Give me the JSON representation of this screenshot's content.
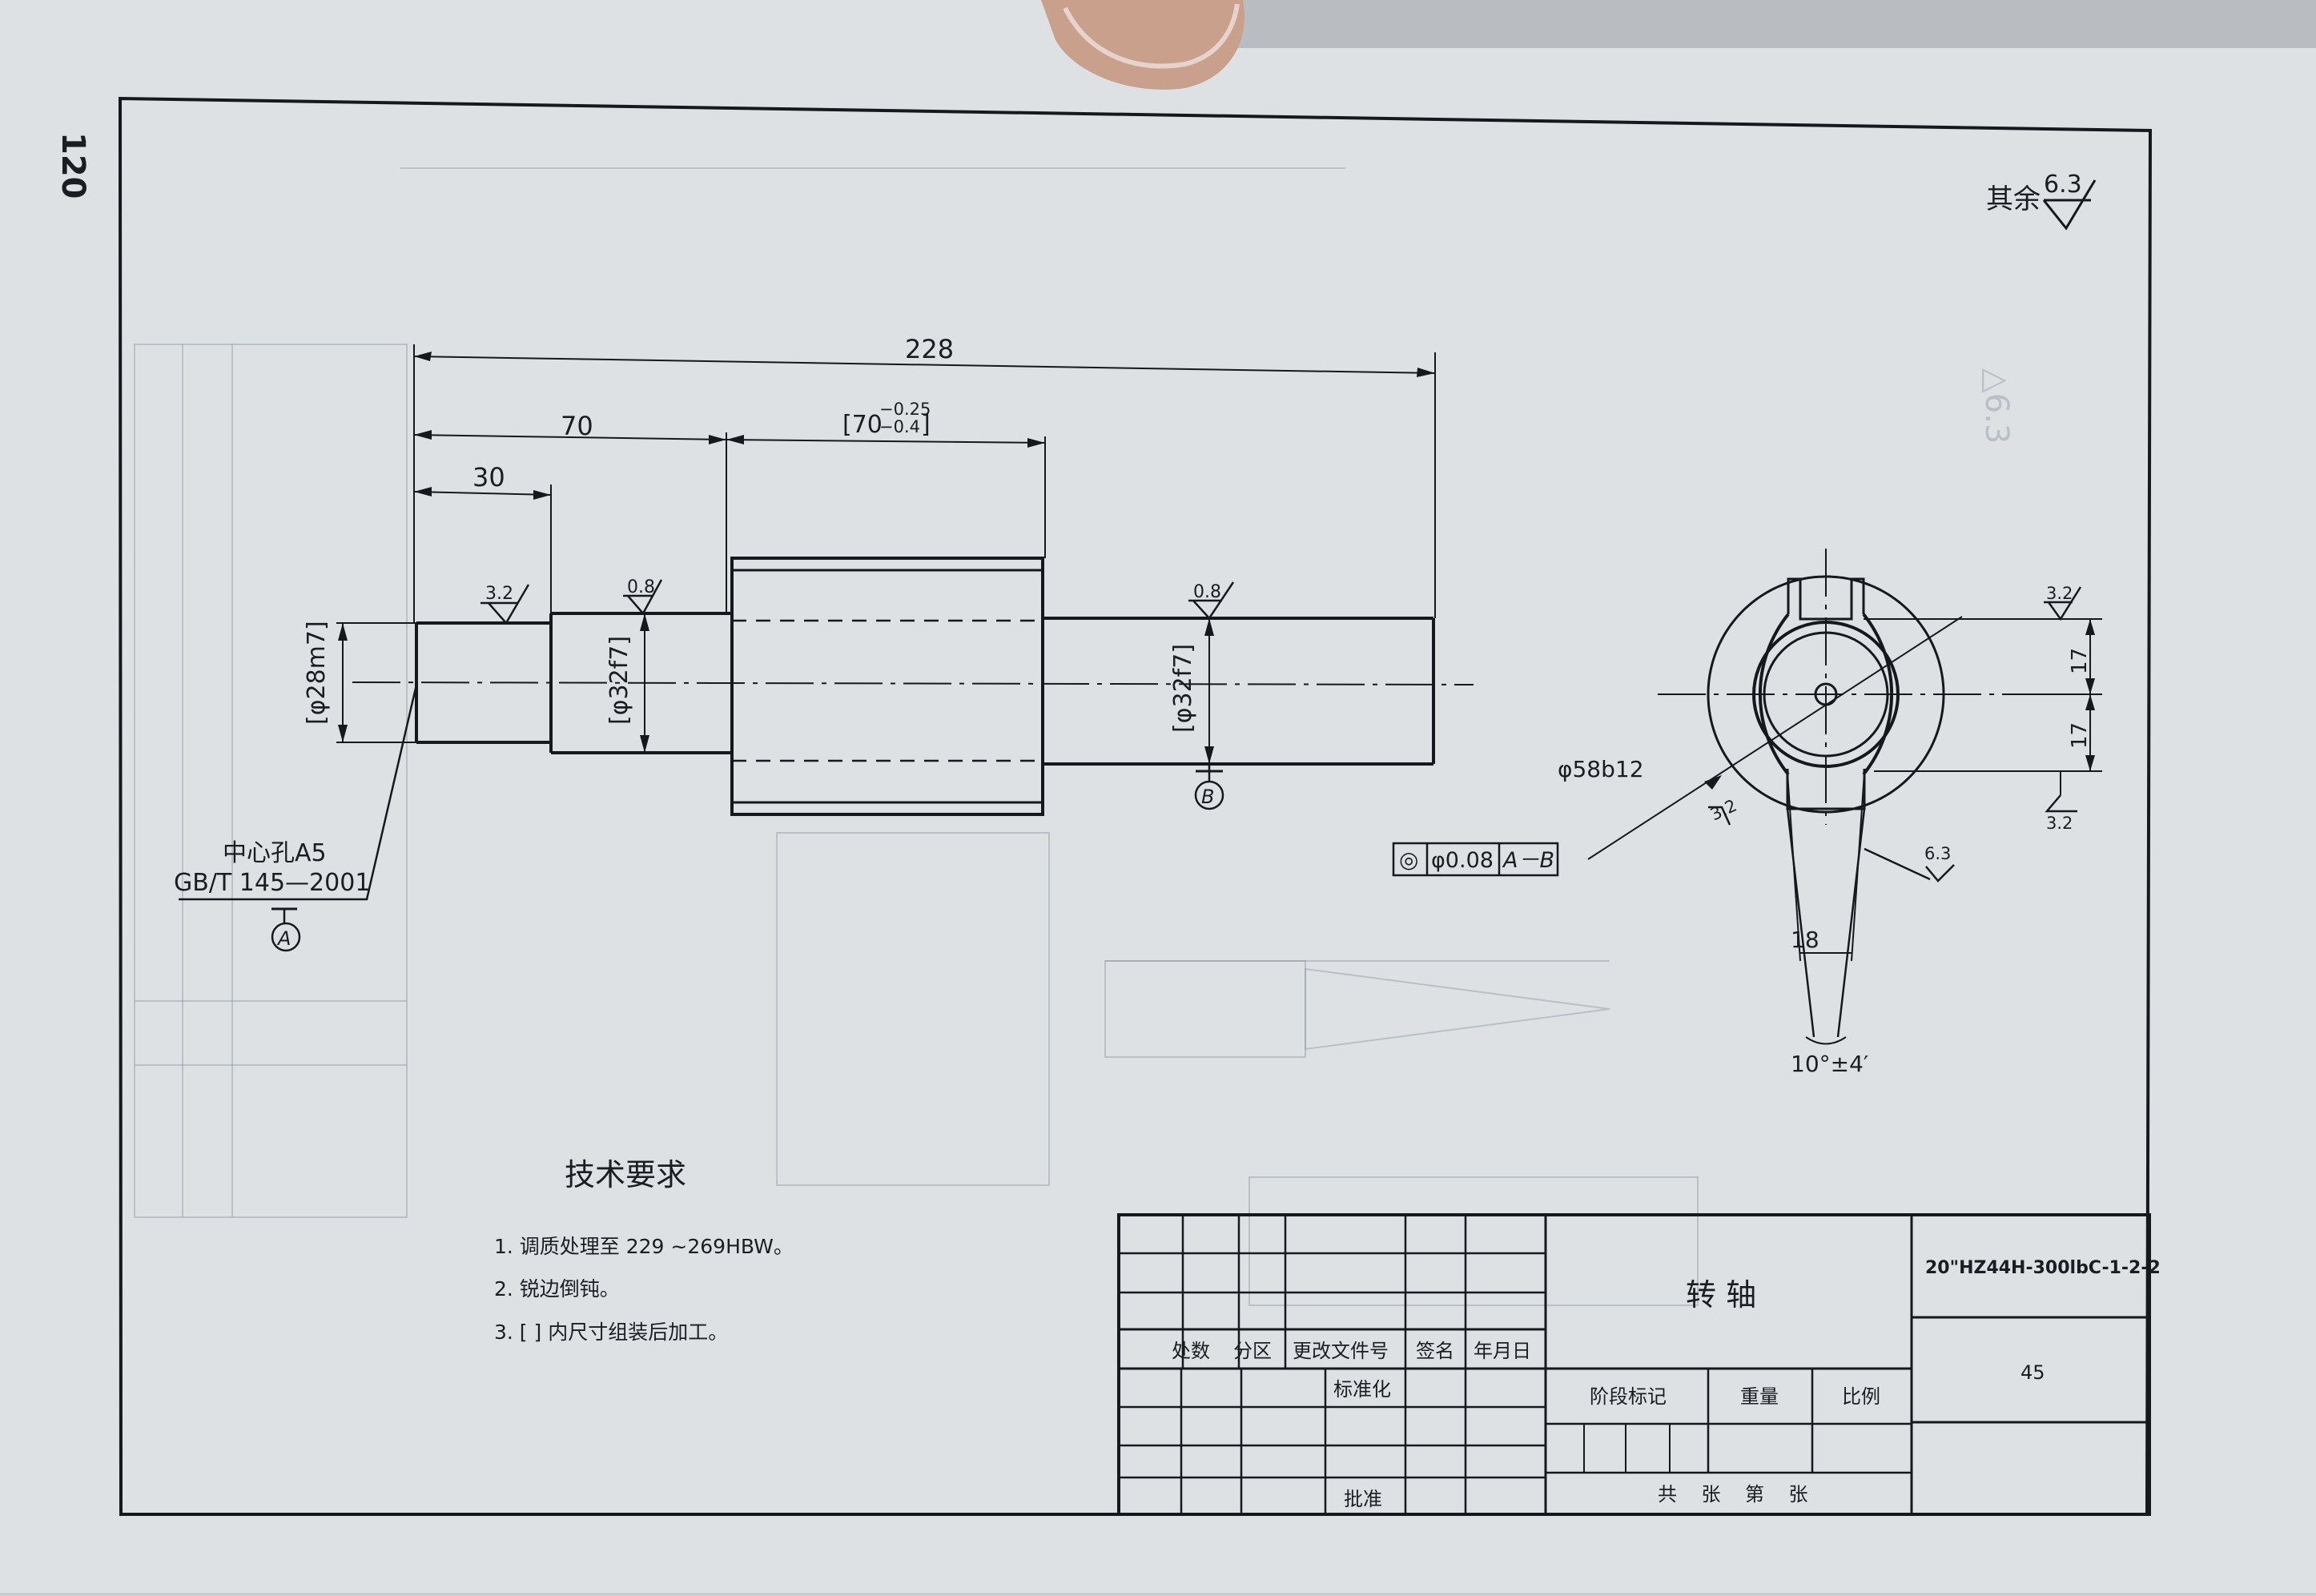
{
  "page_number": "120",
  "surface_note": {
    "label": "其余",
    "value": "6.3"
  },
  "dims": {
    "overall": "228",
    "len70": "70",
    "len30": "30",
    "bracket70": {
      "base": "[70",
      "upper": "−0.25",
      "lower": "−0.4",
      "close": "]"
    },
    "dia28": "[φ28m7]",
    "dia32_left": "[φ32f7]",
    "dia32_right": "[φ32f7]",
    "dia58": "φ58b12",
    "slot17_top": "17",
    "slot17_bottom": "17",
    "key18": "18",
    "angle": "10°±4′"
  },
  "roughness": {
    "r1": "3.2",
    "r2": "0.8",
    "r3": "0.8",
    "r4": "3.2",
    "r5": "3.2",
    "r6": "3.2",
    "r7": "6.3"
  },
  "center_hole": {
    "line1": "中心孔A5",
    "line2": "GB/T 145—2001"
  },
  "datums": {
    "a": "A",
    "b": "B"
  },
  "tolerance_frame": {
    "symbol": "◎",
    "value": "φ0.08",
    "datum": "A－B"
  },
  "tech_req": {
    "title": "技术要求",
    "items": [
      "1. 调质处理至 229 ~269HBW。",
      "2. 锐边倒钝。",
      "3. [    ] 内尺寸组装后加工。"
    ]
  },
  "title_block": {
    "part_name": "转  轴",
    "drawing_no": "20\"HZ44H-300lbC-1-2-2",
    "material": "45",
    "headers": [
      "处数",
      "分区",
      "更改文件号",
      "签名",
      "年月日"
    ],
    "standardize": "标准化",
    "approve": "批准",
    "stage_mark": "阶段标记",
    "weight": "重量",
    "scale": "比例",
    "sheets": "共    张    第    张"
  }
}
